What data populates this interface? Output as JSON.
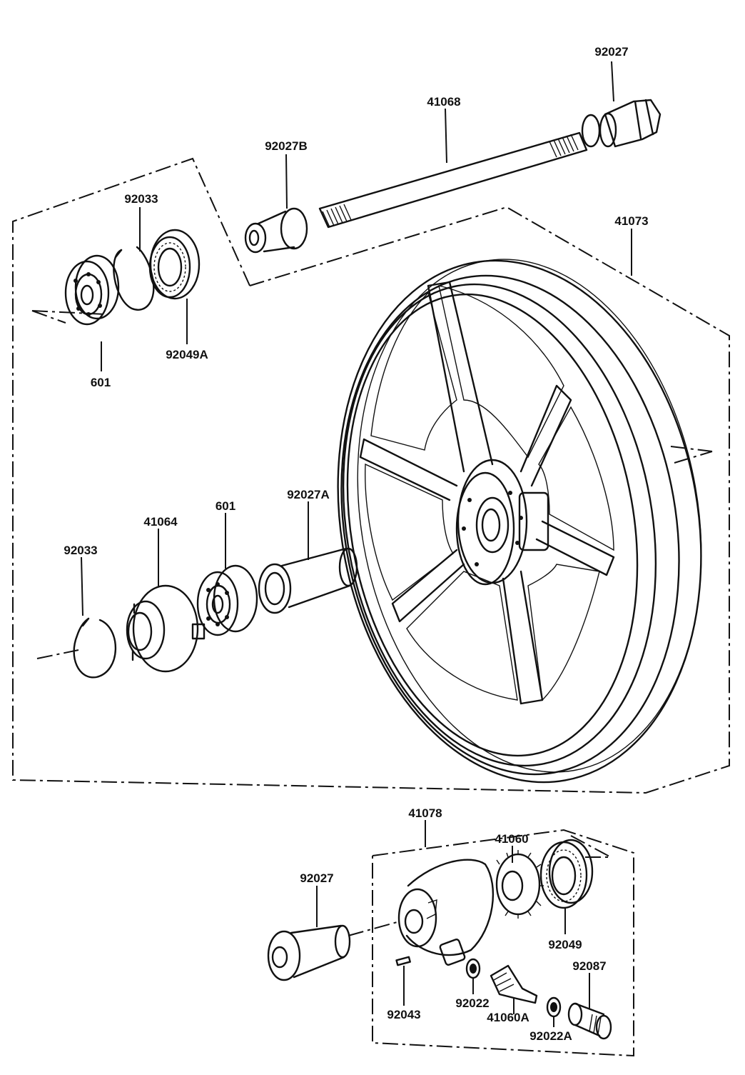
{
  "diagram": {
    "parts": {
      "p92027_top": "92027",
      "p41068": "41068",
      "p92027B": "92027B",
      "p92033_top": "92033",
      "p41073": "41073",
      "p601_top": "601",
      "p92049A": "92049A",
      "p41064": "41064",
      "p601_mid": "601",
      "p92027A": "92027A",
      "p92033_mid": "92033",
      "p41078": "41078",
      "p41060": "41060",
      "p92027_bot": "92027",
      "p92049": "92049",
      "p92087": "92087",
      "p92043": "92043",
      "p92022": "92022",
      "p41060A": "41060A",
      "p92022A": "92022A"
    }
  }
}
